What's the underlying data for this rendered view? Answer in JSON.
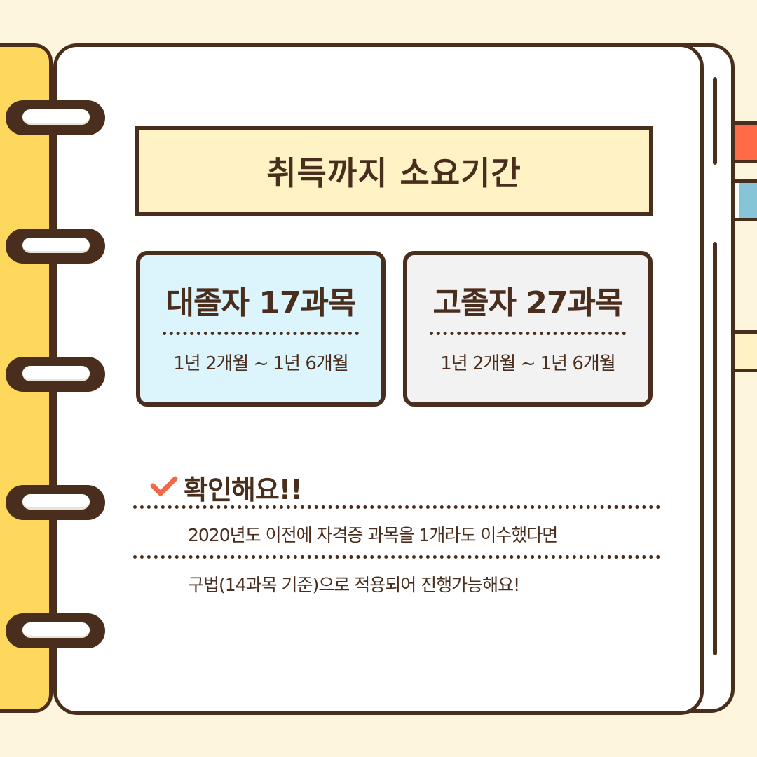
{
  "title": "취득까지 소요기간",
  "cards": [
    {
      "heading": "대졸자 17과목",
      "period": "1년 2개월 ~ 1년 6개월",
      "color": "#dcf5fd"
    },
    {
      "heading": "고졸자 27과목",
      "period": "1년 2개월 ~ 1년 6개월",
      "color": "#f2f2f2"
    }
  ],
  "notice": {
    "icon": "check-icon",
    "title": "확인해요!!",
    "lines": [
      "2020년도  이전에 자격증 과목을 1개라도 이수했다면",
      "구법(14과목 기준)으로 적용되어 진행가능해요!"
    ]
  },
  "colors": {
    "outline": "#4a2e1d",
    "cover": "#fdd85c",
    "banner": "#fff2c4",
    "tab_red": "#ff6b47",
    "tab_blue": "#86c4d8",
    "tab_cream": "#fff2c4",
    "check": "#f06a4a"
  }
}
